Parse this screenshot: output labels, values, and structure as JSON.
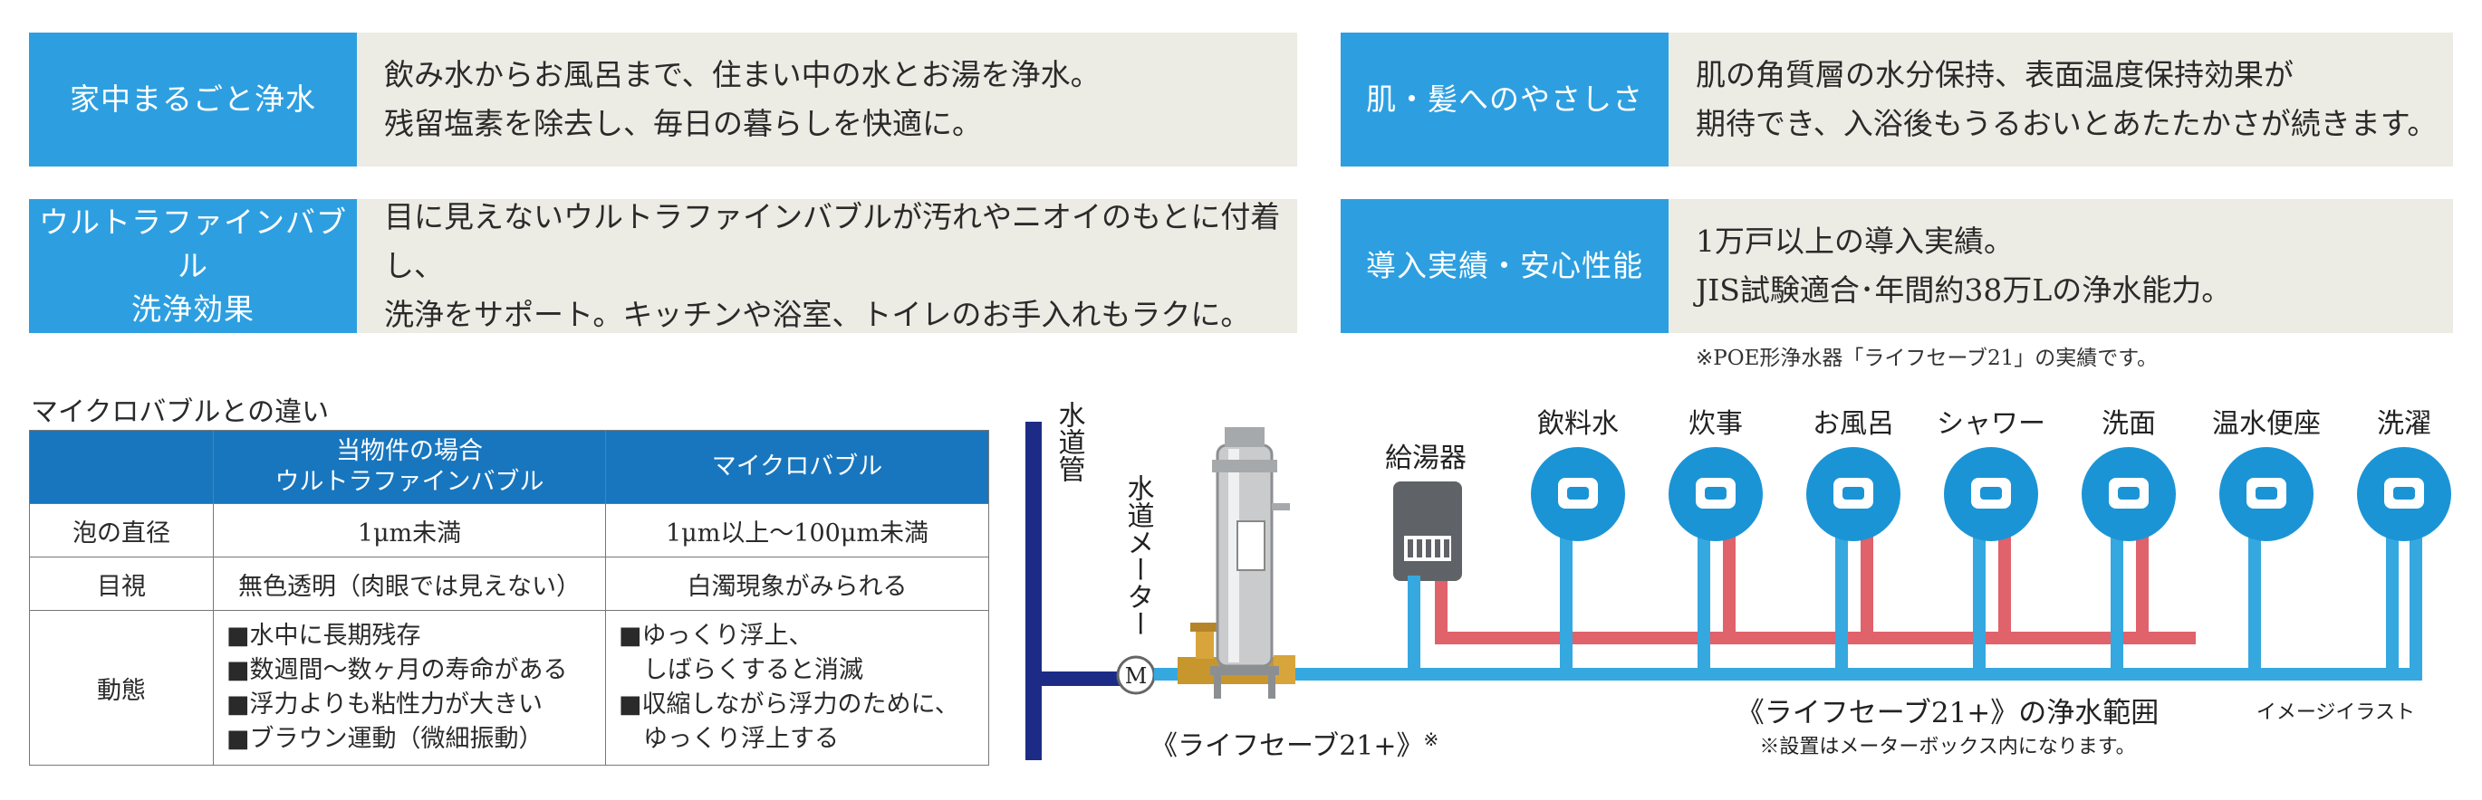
{
  "features": [
    {
      "label": [
        "家中まるごと浄水"
      ],
      "lines": [
        "飲み水からお風呂まで、住まい中の水とお湯を浄水。",
        "残留塩素を除去し、毎日の暮らしを快適に。"
      ]
    },
    {
      "label": [
        "肌・髪へのやさしさ"
      ],
      "lines": [
        "肌の角質層の水分保持、表面温度保持効果が",
        "期待でき、入浴後もうるおいとあたたかさが続きます。"
      ]
    },
    {
      "label": [
        "ウルトラファインバブル",
        "洗浄効果"
      ],
      "lines": [
        "目に見えないウルトラファインバブルが汚れやニオイのもとに付着し、",
        "洗浄をサポート。キッチンや浴室、トイレのお手入れもラクに。"
      ]
    },
    {
      "label": [
        "導入実績・安心性能"
      ],
      "lines": [
        "1万戸以上の導入実績。",
        "JIS試験適合･年間約38万Lの浄水能力。"
      ]
    }
  ],
  "performance_note": "※POE形浄水器「ライフセーブ21」の実績です。",
  "comparison": {
    "title": "マイクロバブルとの違い",
    "header_col1": [
      "当物件の場合",
      "ウルトラファインバブル"
    ],
    "header_col2": "マイクロバブル",
    "rows": [
      {
        "head": "泡の直径",
        "col1": [
          "1μm未満"
        ],
        "col2": [
          "1μm以上～100μm未満"
        ]
      },
      {
        "head": "目視",
        "col1": [
          "無色透明（肉眼では見えない）"
        ],
        "col2": [
          "白濁現象がみられる"
        ]
      },
      {
        "head": "動態",
        "col1": [
          "■水中に長期残存",
          "■数週間～数ヶ月の寿命がある",
          "■浮力よりも粘性力が大きい",
          "■ブラウン運動（微細振動）"
        ],
        "col2": [
          "■ゆっくり浮上、",
          "　しばらくすると消滅",
          "■収縮しながら浮力のために、",
          "　ゆっくり浮上する"
        ]
      }
    ]
  },
  "diagram": {
    "water_main": "水道管",
    "meter": "水道メーター",
    "meter_symbol": "M",
    "heater": "給湯器",
    "product": "《ライフセーブ21+》",
    "product_mark": "※",
    "fixtures": [
      "飲料水",
      "炊事",
      "お風呂",
      "シャワー",
      "洗面",
      "温水便座",
      "洗濯"
    ],
    "range": "《ライフセーブ21+》の浄水範囲",
    "range_note": "※設置はメーターボックス内になります。",
    "image_note": "イメージイラスト",
    "colors": {
      "cold": "#35a8e0",
      "hot": "#e0626a",
      "main": "#1c2c86",
      "icon": "#1b94d6"
    }
  }
}
